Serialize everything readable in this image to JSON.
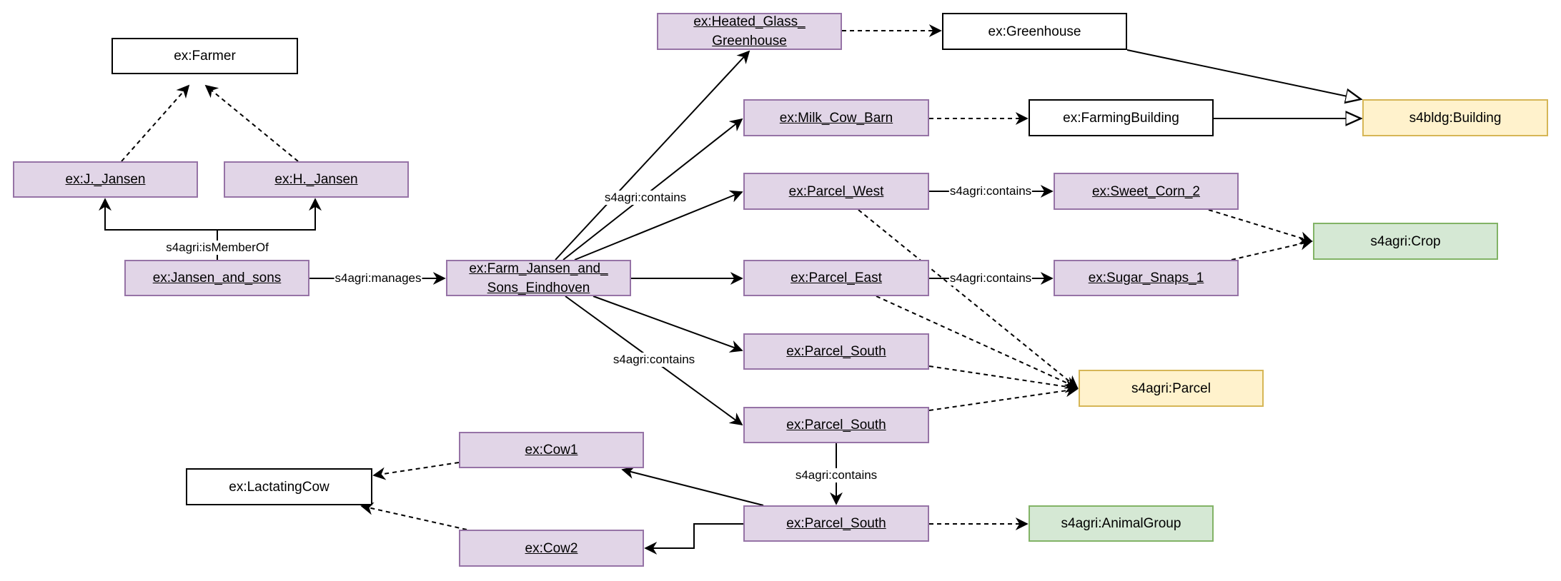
{
  "nodes": {
    "farmer": "ex:Farmer",
    "j_jansen": "ex:J._Jansen",
    "h_jansen": "ex:H._Jansen",
    "jansen_and_sons": "ex:Jansen_and_sons",
    "farm": "ex:Farm_Jansen_and_ Sons_Eindhoven",
    "heated_greenhouse": "ex:Heated_Glass_ Greenhouse",
    "greenhouse": "ex:Greenhouse",
    "milk_cow_barn": "ex:Milk_Cow_Barn",
    "farming_building": "ex:FarmingBuilding",
    "building": "s4bldg:Building",
    "parcel_west": "ex:Parcel_West",
    "sweet_corn": "ex:Sweet_Corn_2",
    "crop": "s4agri:Crop",
    "parcel_east": "ex:Parcel_East",
    "sugar_snaps": "ex:Sugar_Snaps_1",
    "parcel_south_1": "ex:Parcel_South",
    "parcel_class": "s4agri:Parcel",
    "parcel_south_2": "ex:Parcel_South",
    "cow1": "ex:Cow1",
    "lactating_cow": "ex:LactatingCow",
    "parcel_south_3": "ex:Parcel_South",
    "animal_group": "s4agri:AnimalGroup",
    "cow2": "ex:Cow2"
  },
  "edge_labels": {
    "is_member_of": "s4agri:isMemberOf",
    "manages": "s4agri:manages",
    "contains_upper": "s4agri:contains",
    "contains_lower": "s4agri:contains",
    "west_contains": "s4agri:contains",
    "east_contains": "s4agri:contains",
    "south_contains": "s4agri:contains"
  },
  "colors": {
    "instance_fill": "#e1d5e7",
    "instance_stroke": "#9673a6",
    "class_yellow_fill": "#fff2cc",
    "class_yellow_stroke": "#d6b656",
    "class_green_fill": "#d5e8d4",
    "class_green_stroke": "#82b366"
  }
}
